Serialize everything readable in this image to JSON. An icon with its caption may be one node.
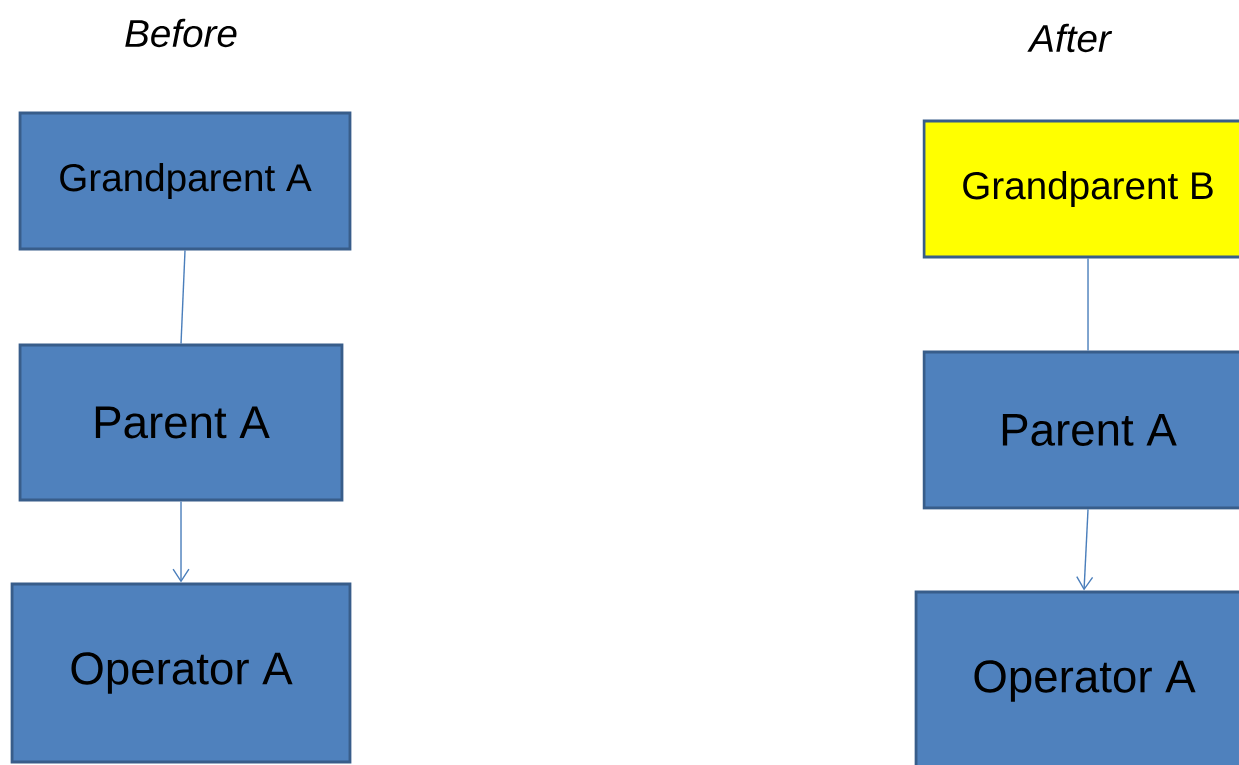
{
  "diagram": {
    "nodes": [
      {
        "text": [
          "Grandparent A"
        ]
      },
      {
        "text": [
          "Parent A"
        ]
      },
      {
        "text": [
          "Operator A"
        ]
      },
      {
        "text": [
          "Grandparent B"
        ]
      },
      {
        "text": [
          "Parent A"
        ]
      },
      {
        "text": [
          "Operator A"
        ]
      }
    ],
    "edges": [
      {
        "from": 0,
        "to": 1,
        "arrow": "none"
      },
      {
        "from": 1,
        "to": 2,
        "arrow": "to"
      },
      {
        "from": 3,
        "to": 4,
        "arrow": "none"
      },
      {
        "from": 4,
        "to": 5,
        "arrow": "to"
      }
    ],
    "labels": [
      "Before",
      "After"
    ]
  }
}
